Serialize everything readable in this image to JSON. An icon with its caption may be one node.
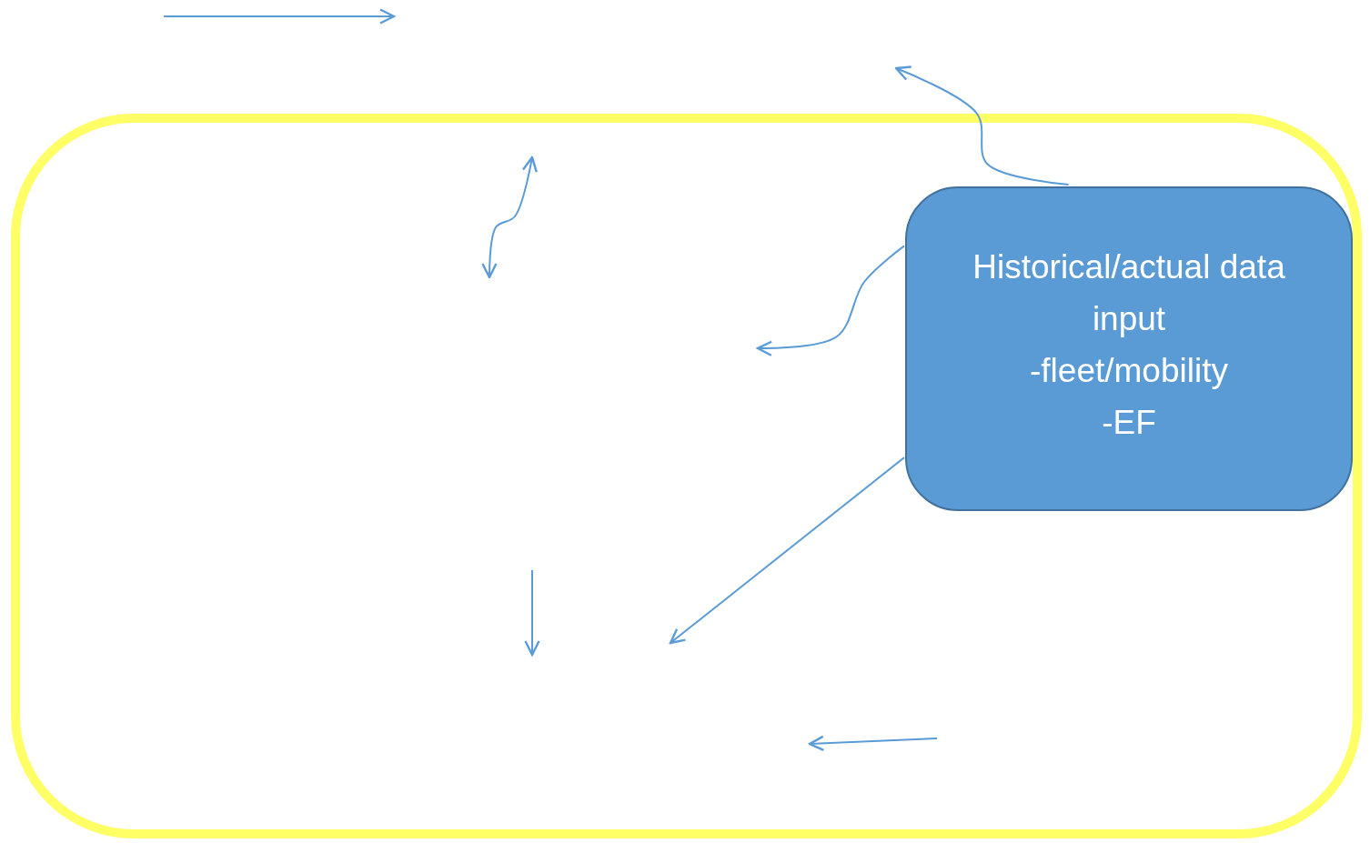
{
  "diagram": {
    "nodes": [
      {
        "text": [],
        "shape": "box"
      },
      {
        "text": [
          "Historical/actual data input",
          "-fleet/mobility",
          "-EF"
        ],
        "in": 0
      }
    ],
    "edges": [
      {
        "from": 1,
        "to": null,
        "arrow": "to"
      },
      {
        "from": 1,
        "to": null,
        "arrow": "to"
      },
      {
        "from": 1,
        "to": null,
        "arrow": "to"
      }
    ]
  }
}
